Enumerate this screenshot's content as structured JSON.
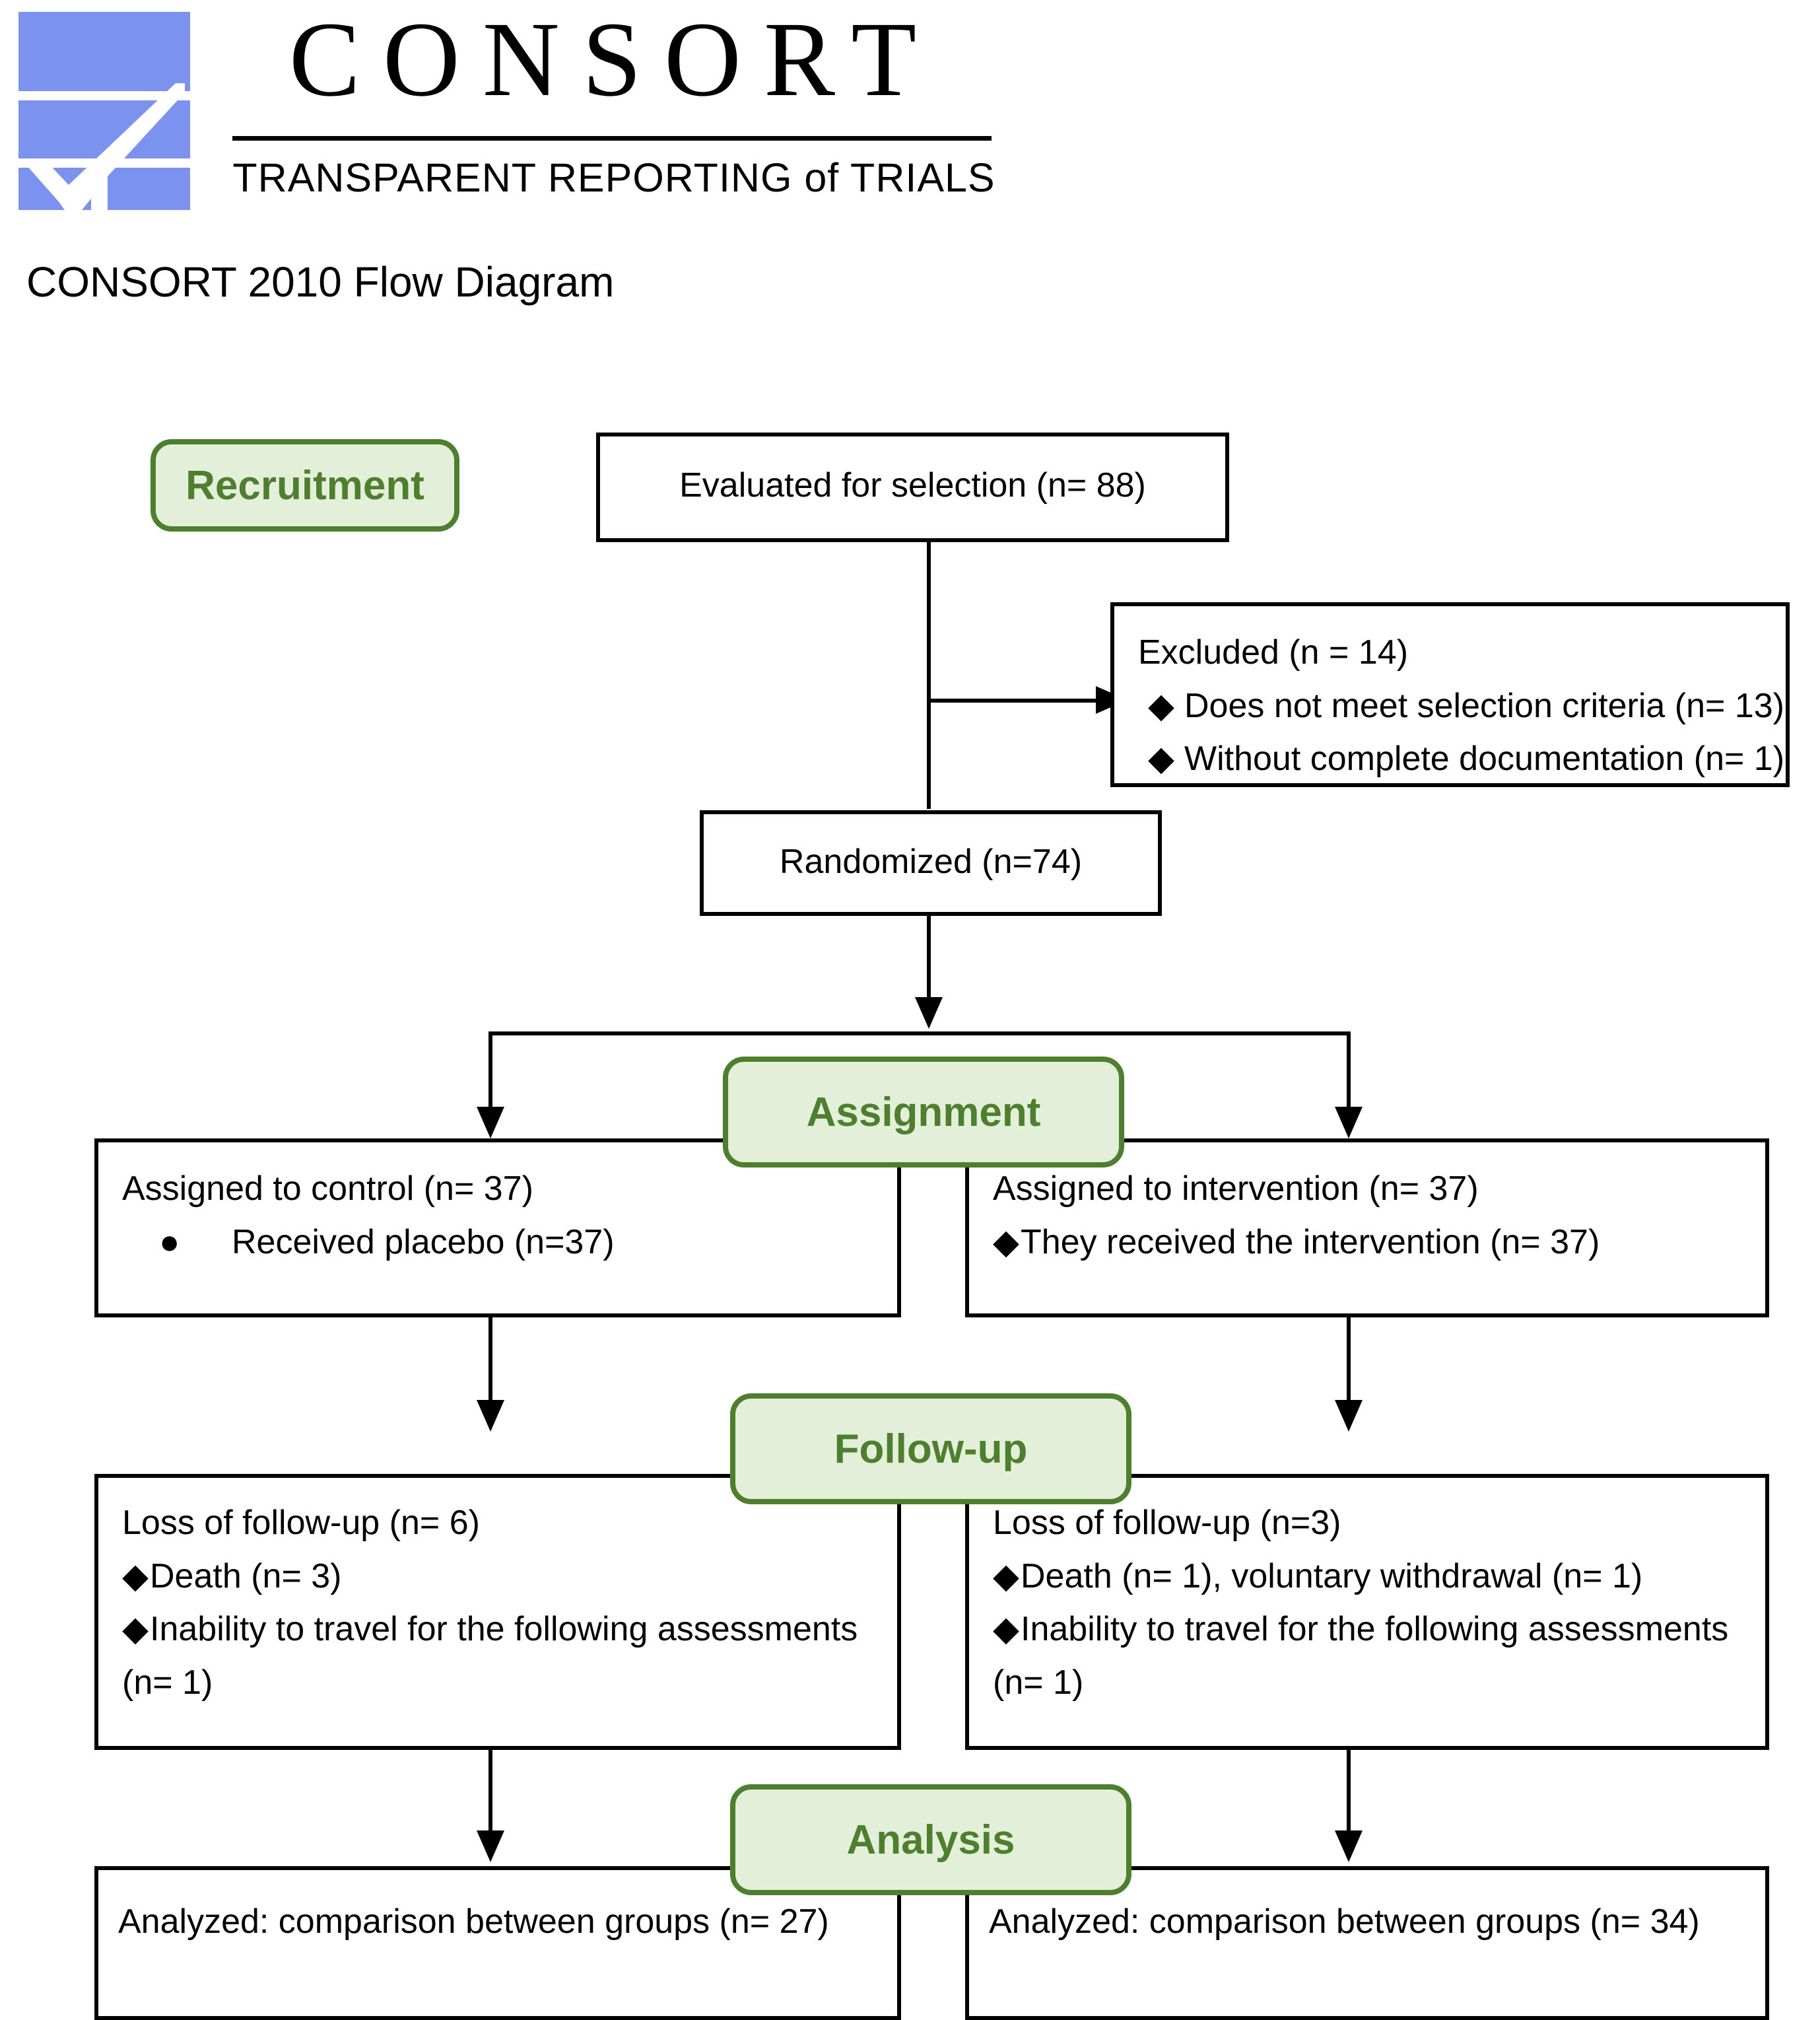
{
  "header": {
    "logo_icon": "consort-checkmark-logo",
    "wordmark": "CONSORT",
    "tagline": "TRANSPARENT REPORTING of TRIALS",
    "diagram_title": "CONSORT 2010 Flow Diagram",
    "logo_color": "#7b92ee"
  },
  "colors": {
    "badge_border": "#4e7f2f",
    "badge_fill": "#e3efd9",
    "badge_text": "#4e7f2f",
    "box_border": "#000000",
    "box_fill": "#ffffff"
  },
  "stages": {
    "recruitment": "Recruitment",
    "assignment": "Assignment",
    "followup": "Follow-up",
    "analysis": "Analysis"
  },
  "boxes": {
    "enrollment": {
      "title": "Evaluated for selection (n= 88)"
    },
    "excluded": {
      "title": "Excluded (n = 14)",
      "items": [
        "Does not meet selection criteria (n= 13)",
        "Without complete documentation (n= 1)"
      ]
    },
    "randomized": {
      "title": "Randomized (n=74)"
    },
    "allocation_control": {
      "title": "Assigned to control (n= 37)",
      "items": [
        "Received placebo (n=37)"
      ]
    },
    "allocation_intervention": {
      "title": "Assigned to intervention (n= 37)",
      "items": [
        "They received the intervention (n= 37)"
      ]
    },
    "followup_control": {
      "title": "Loss of follow-up (n= 6)",
      "items": [
        "Death (n= 3)",
        "Inability to travel for the following assessments (n= 1)"
      ]
    },
    "followup_intervention": {
      "title": "Loss of follow-up (n=3)",
      "items": [
        "Death (n= 1), voluntary withdrawal (n= 1)",
        "Inability to travel for the following assessments (n= 1)"
      ]
    },
    "analysis_control": {
      "title": "Analyzed: comparison between groups (n= 27)"
    },
    "analysis_intervention": {
      "title": "Analyzed: comparison between groups (n= 34)"
    }
  },
  "chart_data": {
    "type": "diagram",
    "title": "CONSORT 2010 Flow Diagram",
    "nodes": [
      {
        "id": "evaluated",
        "stage": "Recruitment",
        "label": "Evaluated for selection",
        "n": 88
      },
      {
        "id": "excluded",
        "stage": "Recruitment",
        "label": "Excluded",
        "n": 14,
        "breakdown": [
          {
            "label": "Does not meet selection criteria",
            "n": 13
          },
          {
            "label": "Without complete documentation",
            "n": 1
          }
        ]
      },
      {
        "id": "randomized",
        "stage": "Recruitment",
        "label": "Randomized",
        "n": 74
      },
      {
        "id": "control",
        "stage": "Assignment",
        "label": "Assigned to control",
        "n": 37,
        "breakdown": [
          {
            "label": "Received placebo",
            "n": 37
          }
        ]
      },
      {
        "id": "intervention",
        "stage": "Assignment",
        "label": "Assigned to intervention",
        "n": 37,
        "breakdown": [
          {
            "label": "They received the intervention",
            "n": 37
          }
        ]
      },
      {
        "id": "lost_control",
        "stage": "Follow-up",
        "label": "Loss of follow-up",
        "n": 6,
        "breakdown": [
          {
            "label": "Death",
            "n": 3
          },
          {
            "label": "Inability to travel for the following assessments",
            "n": 1
          }
        ]
      },
      {
        "id": "lost_intervention",
        "stage": "Follow-up",
        "label": "Loss of follow-up",
        "n": 3,
        "breakdown": [
          {
            "label": "Death",
            "n": 1
          },
          {
            "label": "voluntary withdrawal",
            "n": 1
          },
          {
            "label": "Inability to travel for the following assessments",
            "n": 1
          }
        ]
      },
      {
        "id": "analyzed_control",
        "stage": "Analysis",
        "label": "Analyzed: comparison between groups",
        "n": 27
      },
      {
        "id": "analyzed_intervention",
        "stage": "Analysis",
        "label": "Analyzed: comparison between groups",
        "n": 34
      }
    ],
    "edges": [
      {
        "from": "evaluated",
        "to": "excluded"
      },
      {
        "from": "evaluated",
        "to": "randomized"
      },
      {
        "from": "randomized",
        "to": "control"
      },
      {
        "from": "randomized",
        "to": "intervention"
      },
      {
        "from": "control",
        "to": "lost_control"
      },
      {
        "from": "intervention",
        "to": "lost_intervention"
      },
      {
        "from": "lost_control",
        "to": "analyzed_control"
      },
      {
        "from": "lost_intervention",
        "to": "analyzed_intervention"
      }
    ]
  }
}
